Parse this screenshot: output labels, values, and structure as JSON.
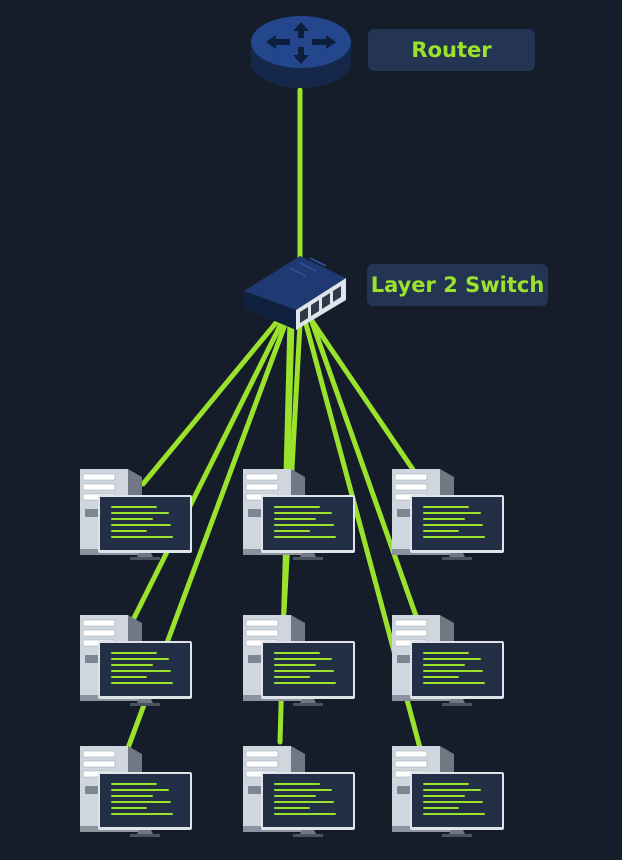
{
  "labels": {
    "router": "Router",
    "switch": "Layer 2 Switch"
  },
  "colors": {
    "background": "#151c2a",
    "link": "#9be22d",
    "label_bg": "#233553",
    "label_text": "#9be22d",
    "device_blue": "#23468c",
    "computer_body": "#cfd6de",
    "monitor_screen": "#222f45"
  },
  "icons": {
    "router": "router-icon",
    "switch": "switch-icon",
    "computer": "computer-icon"
  },
  "topology": {
    "router_uplink": "switch",
    "computers": [
      {
        "id": "pc-1",
        "connected": true
      },
      {
        "id": "pc-2",
        "connected": true
      },
      {
        "id": "pc-3",
        "connected": true
      },
      {
        "id": "pc-4",
        "connected": true
      },
      {
        "id": "pc-5",
        "connected": true
      },
      {
        "id": "pc-6",
        "connected": true
      },
      {
        "id": "pc-7",
        "connected": true
      },
      {
        "id": "pc-8",
        "connected": true
      },
      {
        "id": "pc-9",
        "connected": true
      }
    ]
  }
}
